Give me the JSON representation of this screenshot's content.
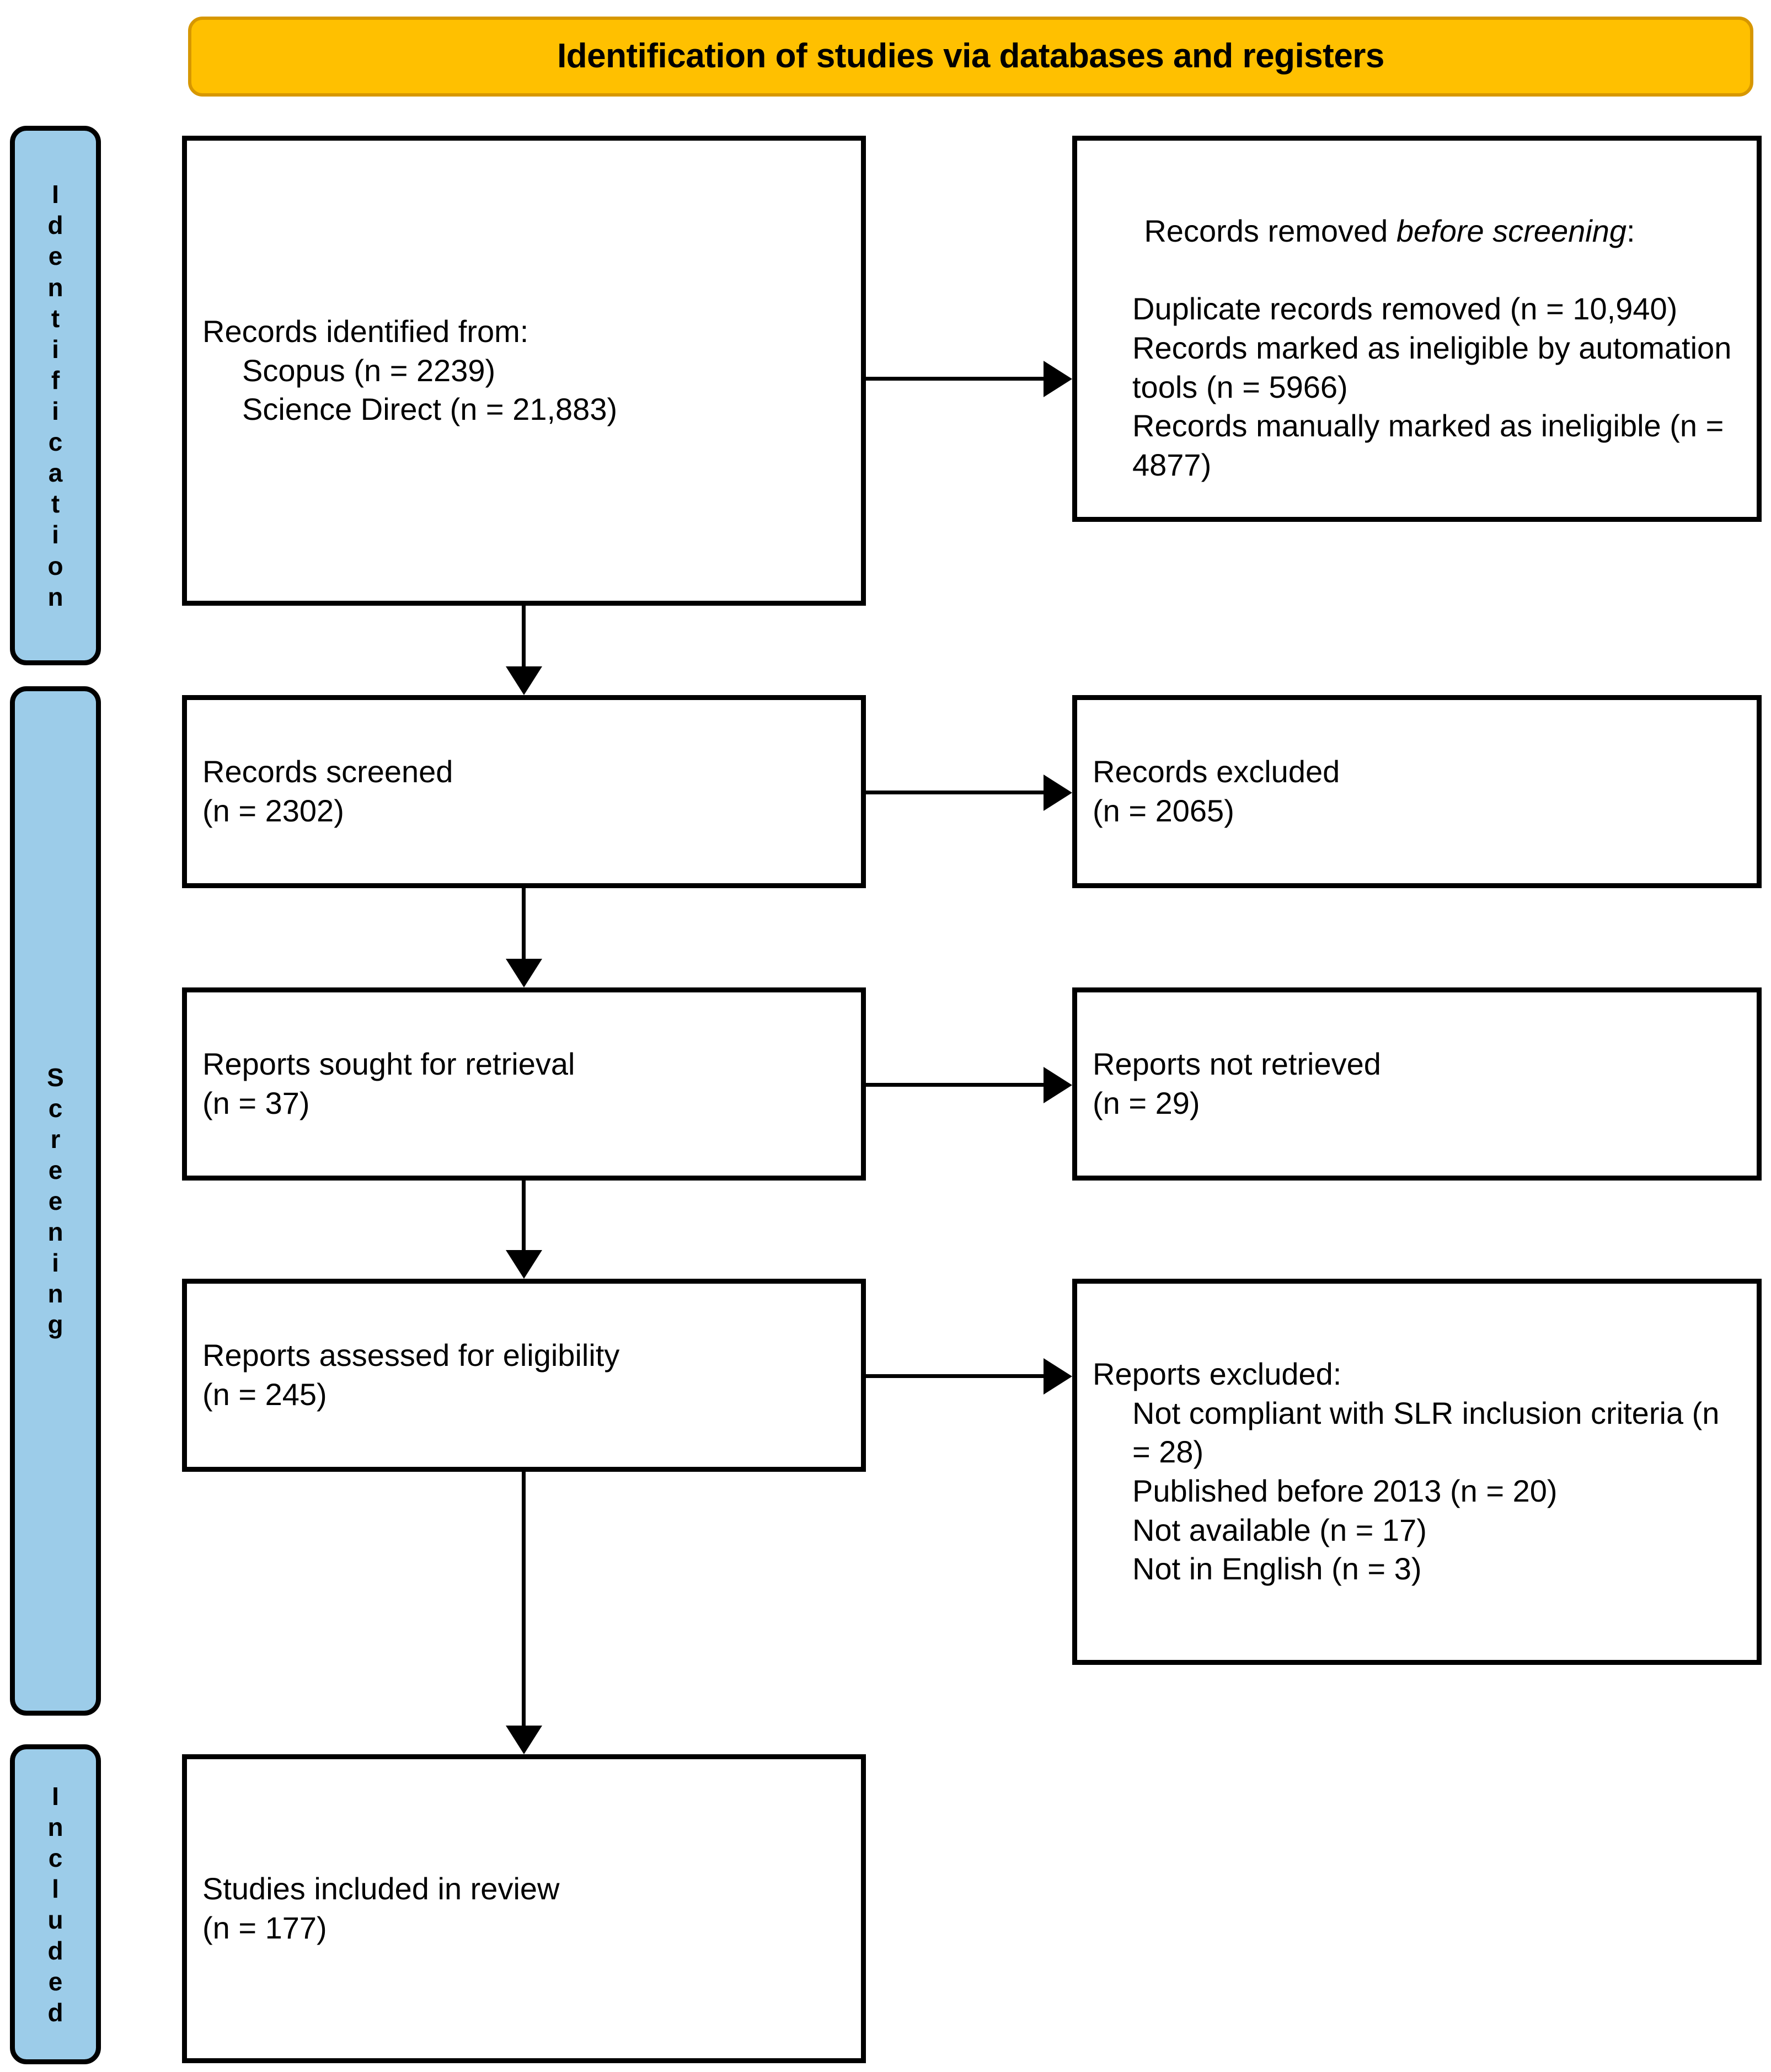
{
  "header": {
    "title": "Identification of studies via databases and registers",
    "background_color": "#FFC000",
    "border_color": "#D79700"
  },
  "colors": {
    "stage_label_fill": "#9CCCE9",
    "stage_label_border": "#000000",
    "box_border": "#000000",
    "box_fill": "#FFFFFF",
    "text": "#000000"
  },
  "stages": [
    {
      "id": "identification",
      "label": "Identification",
      "letters": [
        "I",
        "d",
        "e",
        "n",
        "t",
        "i",
        "f",
        "i",
        "c",
        "a",
        "t",
        "i",
        "o",
        "n"
      ]
    },
    {
      "id": "screening",
      "label": "Screening",
      "letters": [
        "S",
        "c",
        "r",
        "e",
        "e",
        "n",
        "i",
        "n",
        "g"
      ]
    },
    {
      "id": "included",
      "label": "Included",
      "letters": [
        "I",
        "n",
        "c",
        "l",
        "u",
        "d",
        "e",
        "d"
      ]
    }
  ],
  "boxes": {
    "identified": {
      "lines": [
        {
          "text": "Records identified from:",
          "indent": false
        },
        {
          "text": "Scopus (n = 2239)",
          "indent": true
        },
        {
          "text": "Science Direct (n = 21,883)",
          "indent": true
        }
      ]
    },
    "removed": {
      "heading_prefix": "Records removed ",
      "heading_italic": "before screening",
      "heading_suffix": ":",
      "lines": [
        {
          "text": "Duplicate records removed (n = 10,940)",
          "indent": true
        },
        {
          "text": "Records marked as ineligible by automation tools (n = 5966)",
          "indent": true
        },
        {
          "text": "Records manually marked as ineligible (n = 4877)",
          "indent": true
        }
      ]
    },
    "screened": {
      "lines": [
        {
          "text": "Records screened",
          "indent": false
        },
        {
          "text": "(n = 2302)",
          "indent": false
        }
      ]
    },
    "records_excluded": {
      "lines": [
        {
          "text": "Records excluded",
          "indent": false
        },
        {
          "text": "(n = 2065)",
          "indent": false
        }
      ]
    },
    "sought": {
      "lines": [
        {
          "text": "Reports sought for retrieval",
          "indent": false
        },
        {
          "text": "(n = 37)",
          "indent": false
        }
      ]
    },
    "not_retrieved": {
      "lines": [
        {
          "text": "Reports not retrieved",
          "indent": false
        },
        {
          "text": "(n = 29)",
          "indent": false
        }
      ]
    },
    "assessed": {
      "lines": [
        {
          "text": "Reports assessed for eligibility",
          "indent": false
        },
        {
          "text": "(n = 245)",
          "indent": false
        }
      ]
    },
    "reports_excluded": {
      "lines": [
        {
          "text": "Reports excluded:",
          "indent": false
        },
        {
          "text": "Not compliant with SLR inclusion criteria (n = 28)",
          "indent": true
        },
        {
          "text": "Published before 2013 (n = 20)",
          "indent": true
        },
        {
          "text": "Not available (n = 17)",
          "indent": true
        },
        {
          "text": "Not in English (n = 3)",
          "indent": true
        }
      ]
    },
    "included": {
      "lines": [
        {
          "text": "Studies included in review",
          "indent": false
        },
        {
          "text": "(n = 177)",
          "indent": false
        }
      ]
    }
  },
  "counts": {
    "scopus": 2239,
    "science_direct": 21883,
    "duplicates_removed": 10940,
    "ineligible_automation": 5966,
    "ineligible_manual": 4877,
    "records_screened": 2302,
    "records_excluded": 2065,
    "reports_sought": 37,
    "reports_not_retrieved": 29,
    "reports_assessed": 245,
    "excluded_not_compliant": 28,
    "excluded_before_2013": 20,
    "excluded_not_available": 17,
    "excluded_not_english": 3,
    "studies_included": 177
  },
  "connectors": [
    {
      "id": "identified-to-removed",
      "direction": "right"
    },
    {
      "id": "identified-to-screened",
      "direction": "down"
    },
    {
      "id": "screened-to-records-excluded",
      "direction": "right"
    },
    {
      "id": "screened-to-sought",
      "direction": "down"
    },
    {
      "id": "sought-to-not-retrieved",
      "direction": "right"
    },
    {
      "id": "sought-to-assessed",
      "direction": "down"
    },
    {
      "id": "assessed-to-reports-excluded",
      "direction": "right"
    },
    {
      "id": "assessed-to-included",
      "direction": "down"
    }
  ]
}
